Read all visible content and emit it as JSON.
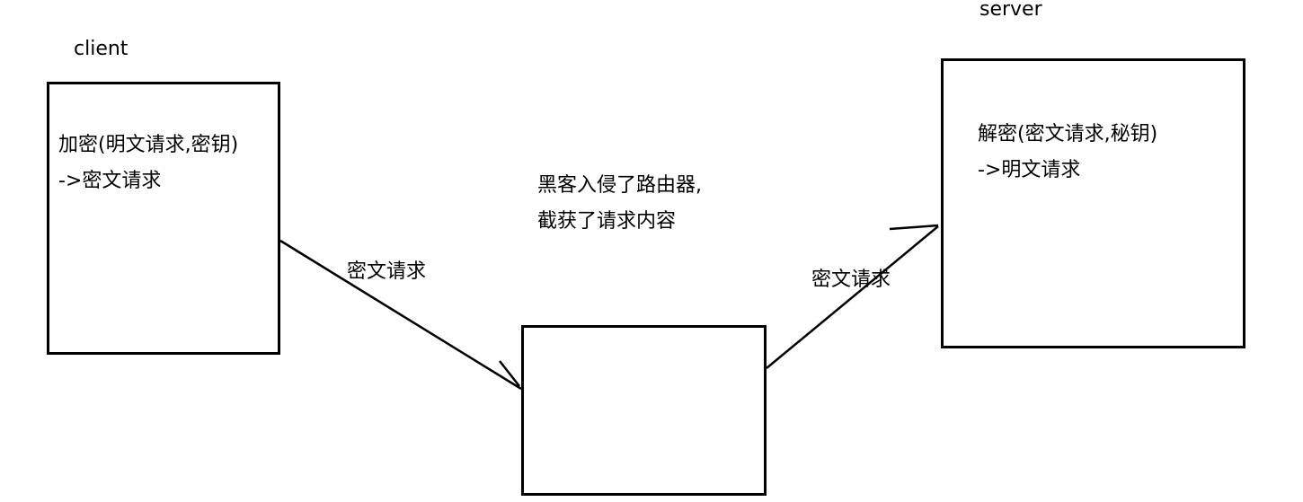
{
  "client": {
    "label": "client",
    "line1": "加密(明文请求,密钥)",
    "line2": "->密文请求"
  },
  "server": {
    "label": "server",
    "line1": "解密(密文请求,秘钥)",
    "line2": "->明文请求"
  },
  "router": {
    "line1": "黑客入侵了路由器,",
    "line2": "截获了请求内容"
  },
  "edges": {
    "client_to_router": "密文请求",
    "router_to_server": "密文请求"
  }
}
